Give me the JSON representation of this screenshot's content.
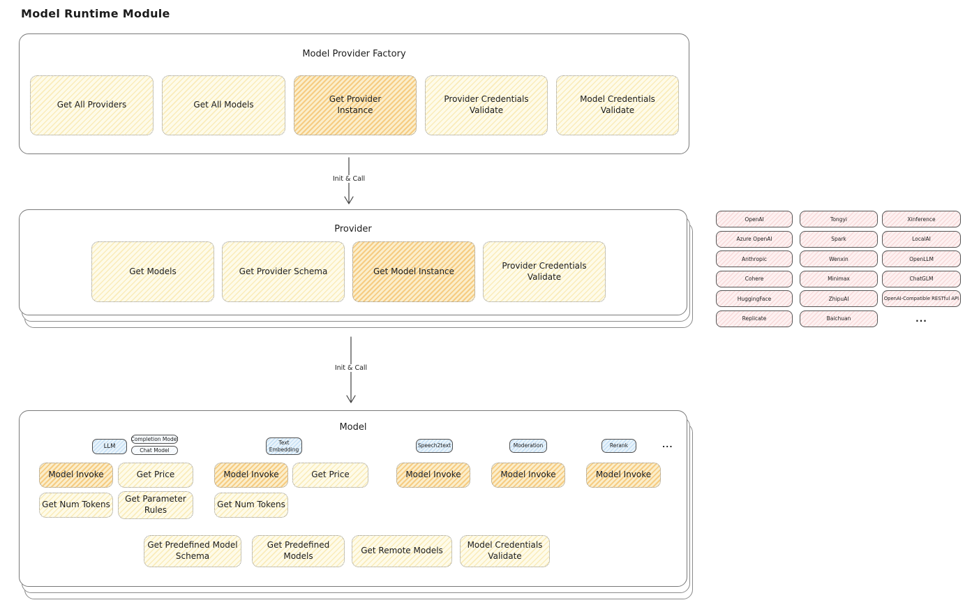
{
  "page_title": "Model Runtime Module",
  "arrows": {
    "label1": "Init & Call",
    "label2": "Init & Call"
  },
  "factory": {
    "title": "Model Provider Factory",
    "items": [
      {
        "label": "Get All Providers"
      },
      {
        "label": "Get All Models"
      },
      {
        "label": "Get Provider Instance"
      },
      {
        "label": "Provider Credentials Validate"
      },
      {
        "label": "Model Credentials Validate"
      }
    ]
  },
  "provider": {
    "title": "Provider",
    "items": [
      {
        "label": "Get Models"
      },
      {
        "label": "Get Provider Schema"
      },
      {
        "label": "Get Model Instance"
      },
      {
        "label": "Provider Credentials Validate"
      }
    ]
  },
  "providers_grid": {
    "col1": [
      "OpenAI",
      "Azure OpenAI",
      "Anthropic",
      "Cohere",
      "HuggingFace",
      "Replicate"
    ],
    "col2": [
      "Tongyi",
      "Spark",
      "Wenxin",
      "Minimax",
      "ZhipuAI",
      "Baichuan"
    ],
    "col3": [
      "Xinference",
      "LocalAI",
      "OpenLLM",
      "ChatGLM",
      "OpenAI-Compatible RESTful API"
    ],
    "ellipsis": "..."
  },
  "model": {
    "title": "Model",
    "tags": {
      "llm": "LLM",
      "completion": "Completion Model",
      "chat": "Chat Model",
      "text_embedding": "Text Embedding",
      "speech2text": "Speech2text",
      "moderation": "Moderation",
      "rerank": "Rerank",
      "ellipsis": "..."
    },
    "llm_group": {
      "invoke": "Model Invoke",
      "price": "Get Price",
      "tokens": "Get Num Tokens",
      "rules": "Get Parameter Rules"
    },
    "embedding_group": {
      "invoke": "Model Invoke",
      "price": "Get Price",
      "tokens": "Get Num Tokens"
    },
    "speech_group": {
      "invoke": "Model Invoke"
    },
    "moderation_group": {
      "invoke": "Model Invoke"
    },
    "rerank_group": {
      "invoke": "Model Invoke"
    },
    "bottom": [
      {
        "label": "Get Predefined Model Schema"
      },
      {
        "label": "Get Predefined Models"
      },
      {
        "label": "Get Remote Models"
      },
      {
        "label": "Model Credentials Validate"
      }
    ]
  },
  "colors": {
    "yellow_fill": "#fefbe9",
    "yellow_hatch": "#f4dc8c",
    "orange_fill": "#fbeecb",
    "orange_hatch": "#f2b95a",
    "pink_fill": "#fdf1f1",
    "pink_hatch": "#eeb4b4",
    "blue_fill": "#e8f3fb",
    "blue_hatch": "#96c3eb",
    "box_border": "#787878",
    "text": "#1b1b1b"
  }
}
